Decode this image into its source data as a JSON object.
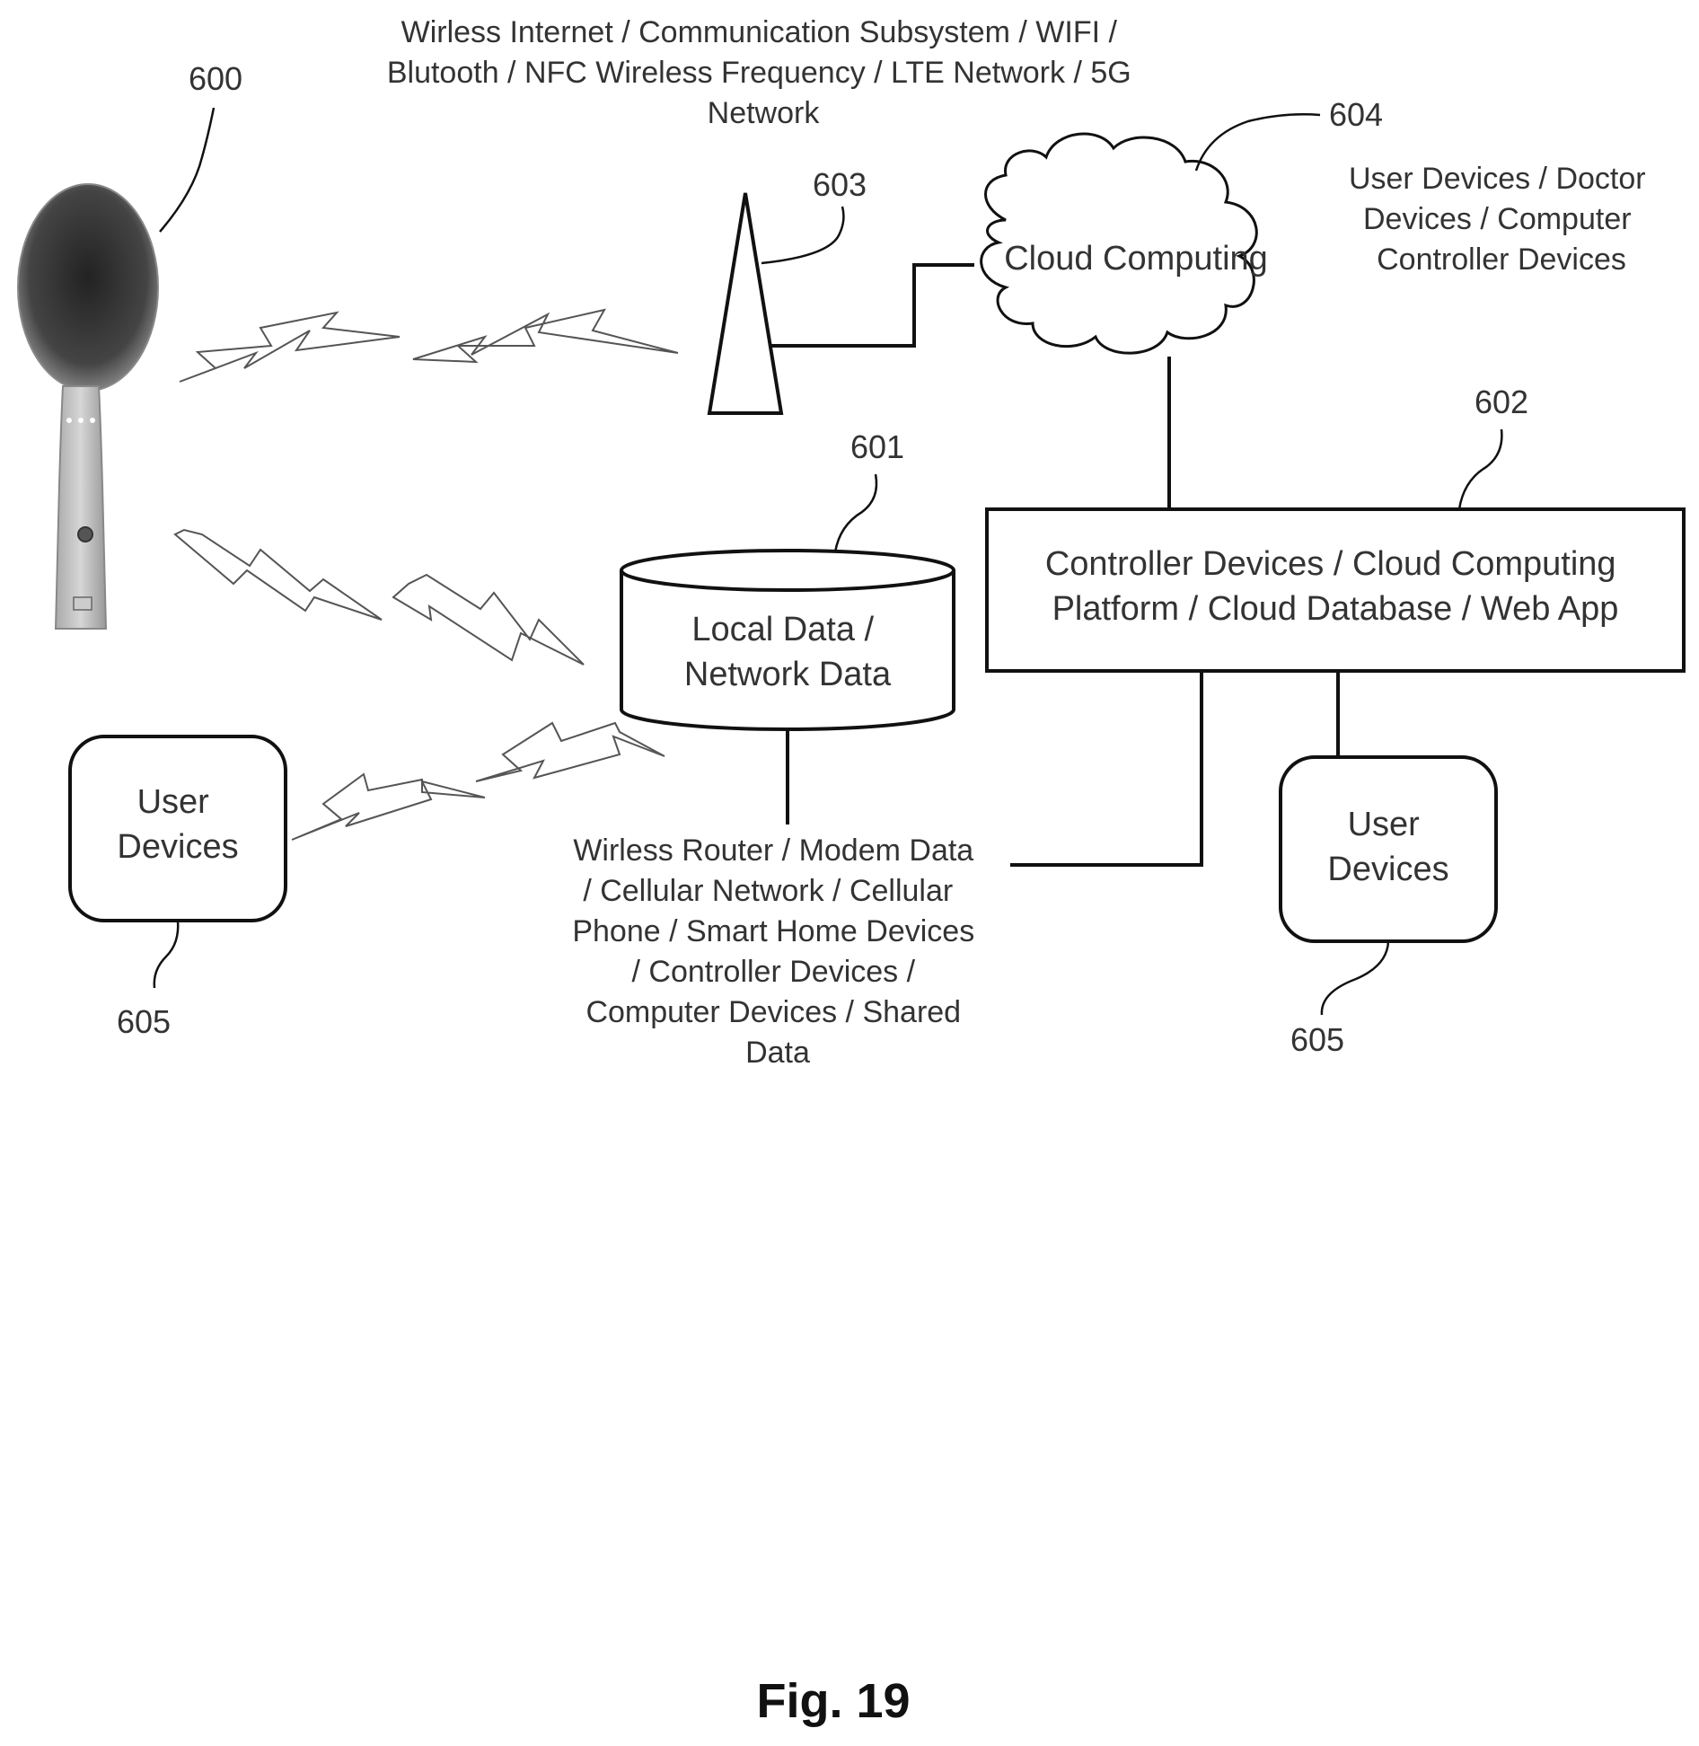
{
  "wireless_label": [
    "Wirless Internet / Communication Subsystem / WIFI /",
    "Blutooth / NFC Wireless Frequency / LTE Network / 5G",
    "Network"
  ],
  "refs": {
    "r600": "600",
    "r601": "601",
    "r602": "602",
    "r603": "603",
    "r604": "604",
    "r605_left": "605",
    "r605_right": "605"
  },
  "cloud_label": "Cloud Computing",
  "cloud_devices_label": [
    "User Devices / Doctor",
    "Devices / Computer",
    "Controller Devices"
  ],
  "local_data_label": [
    "Local Data /",
    "Network Data"
  ],
  "controller_label": [
    "Controller Devices / Cloud Computing",
    "Platform / Cloud Database / Web App"
  ],
  "user_devices_left": [
    "User",
    "Devices"
  ],
  "user_devices_right": [
    "User",
    "Devices"
  ],
  "router_label": [
    "Wirless Router / Modem Data",
    "/ Cellular Network / Cellular",
    "Phone / Smart Home Devices",
    "/ Controller Devices /",
    "Computer Devices / Shared",
    "Data"
  ],
  "figure_caption": "Fig. 19"
}
